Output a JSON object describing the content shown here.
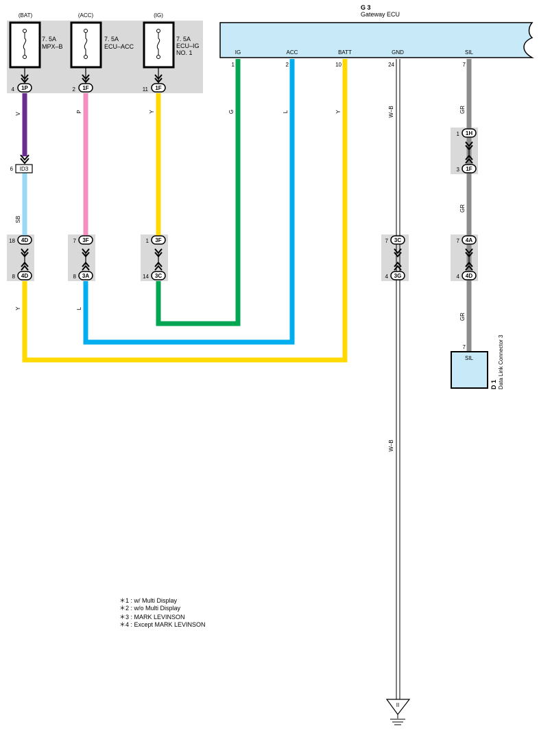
{
  "fuses": [
    {
      "supply": "(BAT)",
      "rating": "7. 5A",
      "name_lines": [
        "MPX–B"
      ],
      "pin": "4",
      "conn": "1P"
    },
    {
      "supply": "(ACC)",
      "rating": "7. 5A",
      "name_lines": [
        "ECU–ACC"
      ],
      "pin": "2",
      "conn": "1F"
    },
    {
      "supply": "(IG)",
      "rating": "7. 5A",
      "name_lines": [
        "ECU–IG",
        "NO. 1"
      ],
      "pin": "11",
      "conn": "1F"
    }
  ],
  "ecu": {
    "code": "G 3",
    "name": "Gateway ECU",
    "terminals": [
      {
        "name": "IG",
        "pin": "1"
      },
      {
        "name": "ACC",
        "pin": "2"
      },
      {
        "name": "BATT",
        "pin": "10"
      },
      {
        "name": "GND",
        "pin": "24"
      },
      {
        "name": "SIL",
        "pin": "7"
      }
    ]
  },
  "wires": {
    "bat": "V",
    "bat_lower": "SB",
    "bat_bottom": "Y",
    "acc": "P",
    "acc_bottom": "L",
    "ig": "Y",
    "ecu_ig": "G",
    "ecu_acc": "L",
    "ecu_batt": "Y",
    "gnd_upper": "W–B",
    "gnd_lower": "W–B",
    "sil_1": "GR",
    "sil_2": "GR",
    "sil_3": "GR"
  },
  "id3": {
    "pin": "6",
    "label": "ID3"
  },
  "connector_pairs": [
    {
      "top_pin": "18",
      "top": "4D",
      "bottom_pin": "8",
      "bottom": "4D"
    },
    {
      "top_pin": "7",
      "top": "3F",
      "bottom_pin": "8",
      "bottom": "3A"
    },
    {
      "top_pin": "1",
      "top": "3F",
      "bottom_pin": "14",
      "bottom": "3C"
    },
    {
      "top_pin": "7",
      "top": "3C",
      "bottom_pin": "4",
      "bottom": "3G"
    },
    {
      "top_pin": "7",
      "top": "4A",
      "bottom_pin": "4",
      "bottom": "4D"
    },
    {
      "top_pin": "1",
      "top": "1H",
      "bottom_pin": "3",
      "bottom": "1F"
    }
  ],
  "dlc": {
    "code": "D 1",
    "name": "Data Link Connector 3",
    "terminal": "SIL",
    "pin": "7"
  },
  "ground": {
    "label": "II"
  },
  "notes": [
    "＊1 : w/ Multi Display",
    "＊2 : w/o Multi Display",
    "＊3 : MARK LEVINSON",
    "＊4 : Except MARK LEVINSON"
  ],
  "colors": {
    "violet": "#6b2c91",
    "pink": "#f48fbf",
    "yellow": "#ffd900",
    "green": "#00a651",
    "blue": "#00aeef",
    "sky": "#9bd8f4",
    "gray": "#8c8c8c",
    "panel": "#d9d9d9",
    "ecu": "#c8e9f7"
  }
}
